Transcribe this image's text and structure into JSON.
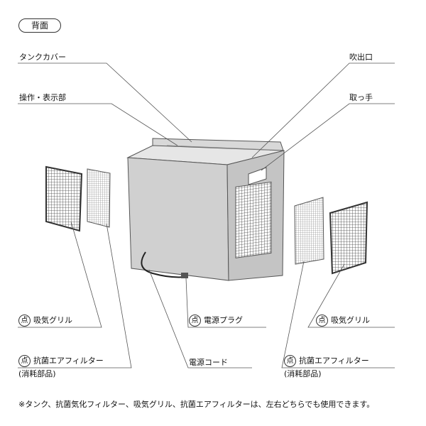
{
  "title": "背面",
  "badge": "点",
  "labels": {
    "tank_cover": "タンクカバー",
    "controls": "操作・表示部",
    "outlet": "吹出口",
    "handle": "取っ手",
    "grille_left": "吸気グリル",
    "filter_left": "抗菌エアフィルター",
    "filter_left_note": "(消耗部品)",
    "plug": "電源プラグ",
    "cord": "電源コード",
    "grille_right": "吸気グリル",
    "filter_right": "抗菌エアフィルター",
    "filter_right_note": "(消耗部品)"
  },
  "footnote": "※タンク、抗菌気化フィルター、吸気グリル、抗菌エアフィルターは、左右どちらでも使用できます。"
}
